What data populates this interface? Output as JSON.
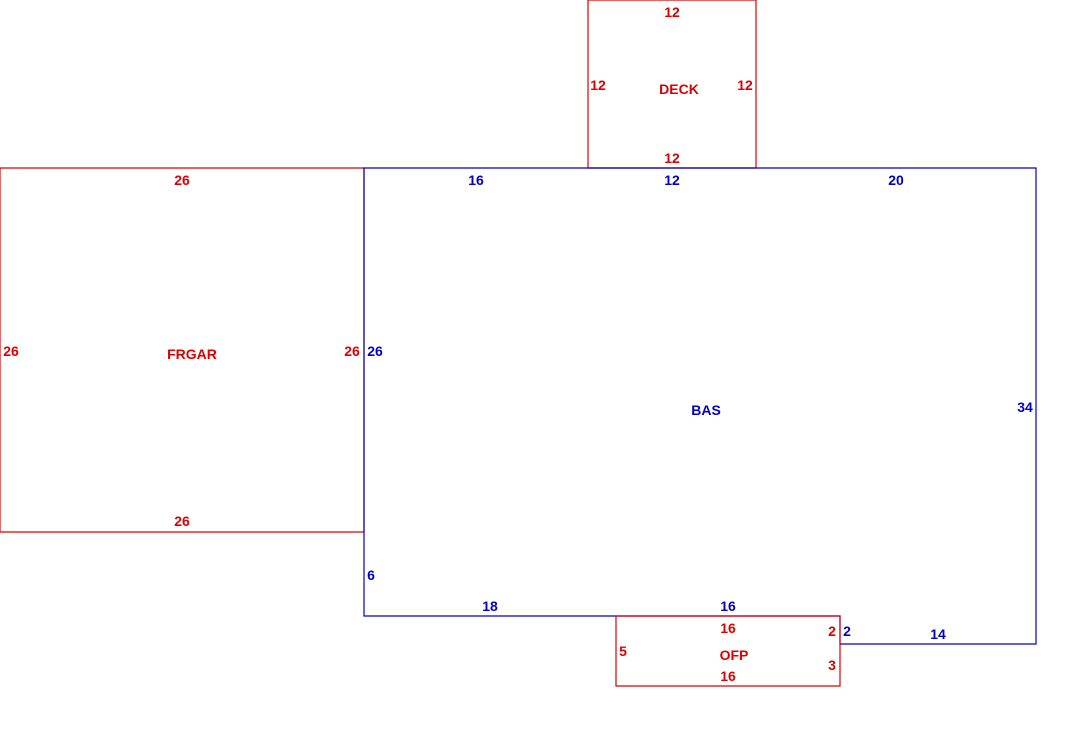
{
  "colors": {
    "red": "#dd0000",
    "blue": "#0000cc"
  },
  "areas": {
    "deck": {
      "name": "DECK",
      "top": "12",
      "left": "12",
      "right": "12",
      "bottom": "12"
    },
    "frgar": {
      "name": "FRGAR",
      "top": "26",
      "left": "26",
      "right": "26",
      "bottom": "26"
    },
    "bas": {
      "name": "BAS",
      "top_left": "16",
      "top_mid": "12",
      "top_right": "20",
      "left_upper": "26",
      "left_lower": "6",
      "right": "34",
      "bottom_left": "18",
      "bottom_mid": "16",
      "step": "2",
      "bottom_right": "14"
    },
    "ofp": {
      "name": "OFP",
      "top": "16",
      "left": "5",
      "right_upper": "2",
      "right_lower": "3",
      "bottom": "16"
    }
  }
}
